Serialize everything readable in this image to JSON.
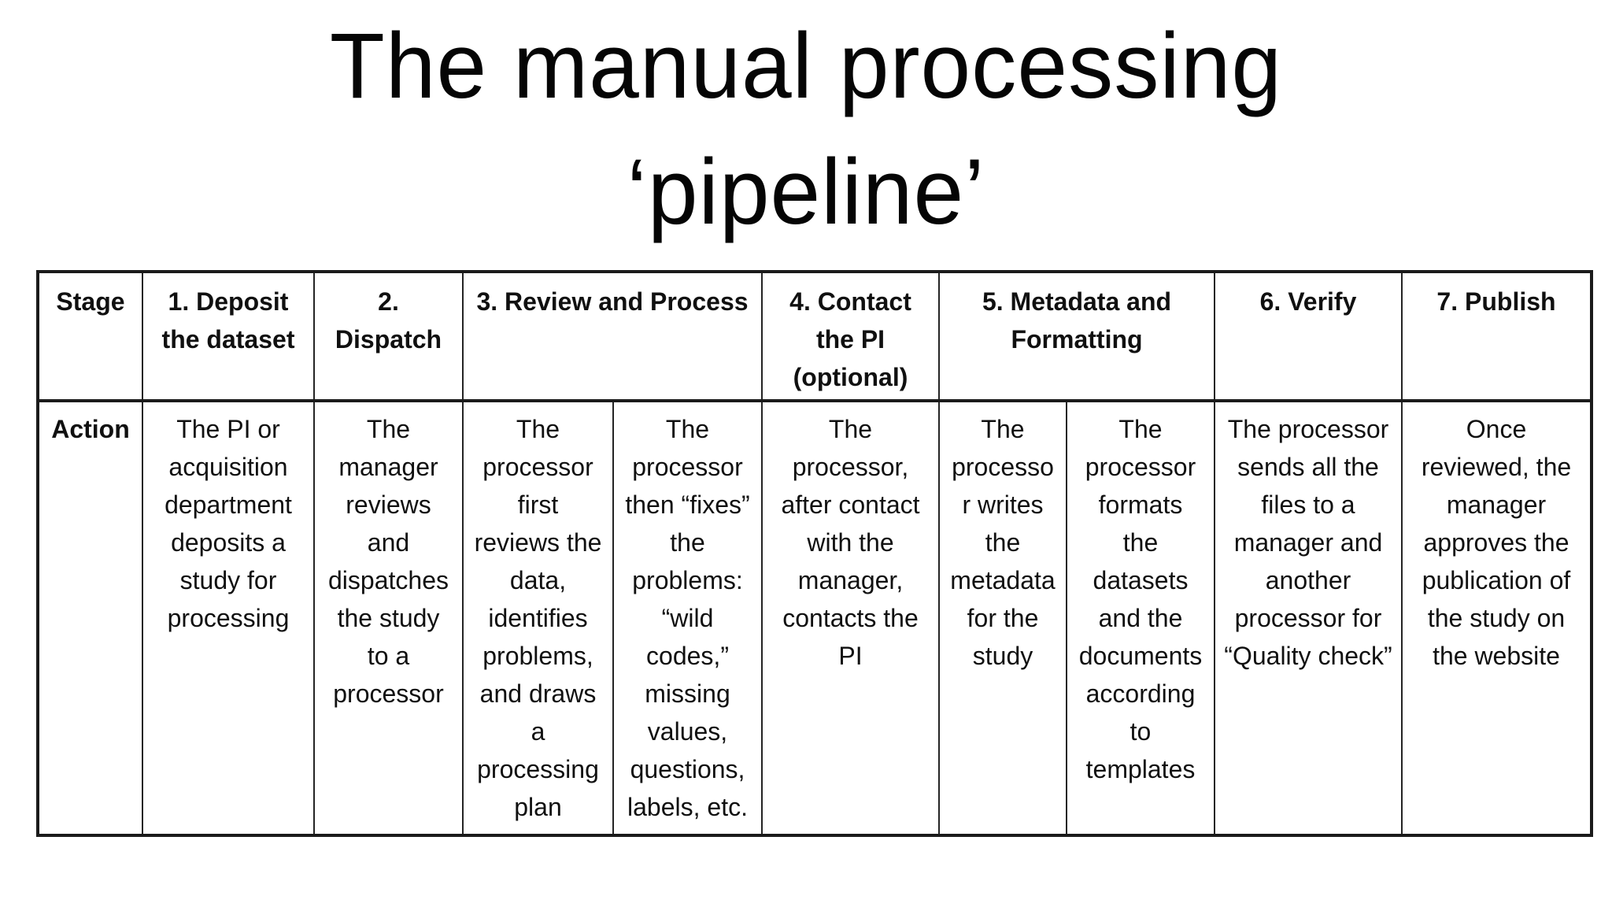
{
  "colors": {
    "background": "#ffffff",
    "text": "#0e0e0e",
    "border": "#1b1b1b"
  },
  "title": {
    "lines": [
      "The manual processing",
      "‘pipeline’"
    ]
  },
  "table": {
    "header": {
      "stage": [
        "Stage"
      ],
      "deposit": [
        "1. Deposit",
        "the dataset"
      ],
      "dispatch": [
        "2.",
        "Dispatch"
      ],
      "review": [
        "3. Review and Process"
      ],
      "contact": [
        "4. Contact",
        "the PI",
        "(optional)"
      ],
      "metadata": [
        "5. Metadata and",
        "Formatting"
      ],
      "verify": [
        "6. Verify"
      ],
      "publish": [
        "7. Publish"
      ]
    },
    "action": {
      "label": [
        "Action"
      ],
      "deposit": [
        "The PI or",
        "acquisition",
        "department",
        "deposits a",
        "study for",
        "processing"
      ],
      "dispatch": [
        "The",
        "manager",
        "reviews",
        "and",
        "dispatches",
        "the study",
        "to a",
        "processor"
      ],
      "review_part1": [
        "The",
        "processor",
        "first",
        "reviews the",
        "data,",
        "identifies",
        "problems,",
        "and draws",
        "a",
        "processing",
        "plan"
      ],
      "review_part2": [
        "The",
        "processor",
        "then “fixes”",
        "the",
        "problems:",
        "“wild",
        "codes,”",
        "missing",
        "values,",
        "questions,",
        "labels, etc."
      ],
      "contact": [
        "The",
        "processor,",
        "after contact",
        "with the",
        "manager,",
        "contacts the",
        "PI"
      ],
      "metadata_part1": [
        "The",
        "processo",
        "r writes",
        "the",
        "metadata",
        "for the",
        "study"
      ],
      "metadata_part2": [
        "The",
        "processor",
        "formats",
        "the",
        "datasets",
        "and the",
        "documents",
        "according",
        "to",
        "templates"
      ],
      "verify": [
        "The processor",
        "sends all the",
        "files to a",
        "manager and",
        "another",
        "processor for",
        "“Quality check”"
      ],
      "publish": [
        "Once",
        "reviewed, the",
        "manager",
        "approves the",
        "publication of",
        "the study on",
        "the website"
      ]
    }
  }
}
